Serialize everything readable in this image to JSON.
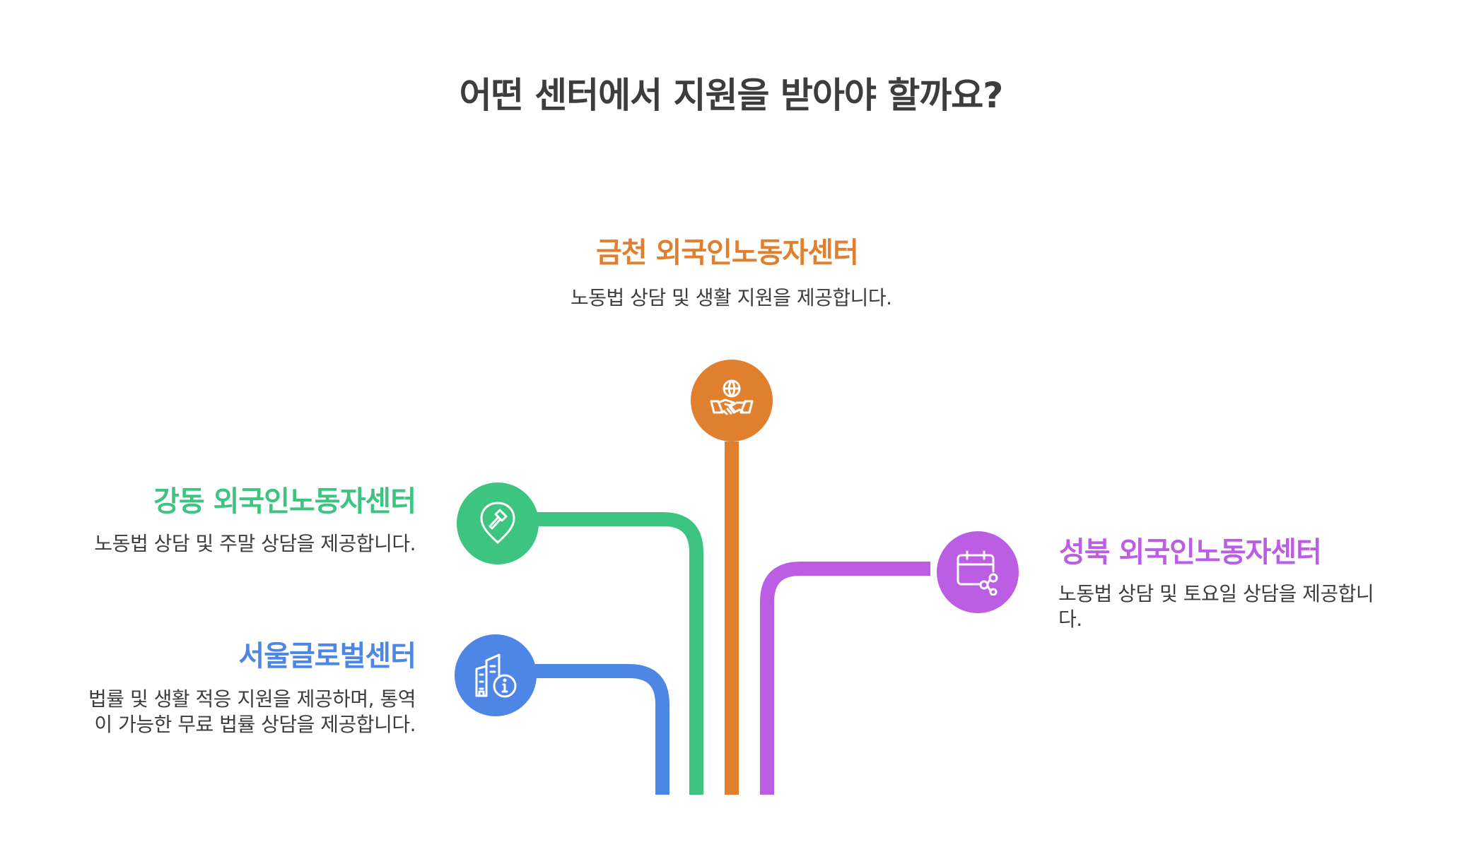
{
  "title": "어떤 센터에서 지원을 받아야 할까요?",
  "centers": [
    {
      "name": "금천 외국인노동자센터",
      "description": "노동법 상담 및 생활 지원을 제공합니다.",
      "color": "#e07f2e",
      "icon": "handshake-globe-icon"
    },
    {
      "name": "강동 외국인노동자센터",
      "description": "노동법 상담 및 주말 상담을 제공합니다.",
      "color": "#3dc480",
      "icon": "map-pin-tool-icon"
    },
    {
      "name": "성북 외국인노동자센터",
      "description": "노동법 상담 및 토요일 상담을 제공합니다.",
      "color": "#bb5ee3",
      "icon": "calendar-share-icon"
    },
    {
      "name": "서울글로벌센터",
      "description": "법률 및 생활 적응 지원을 제공하며, 통역이 가능한 무료 법률 상담을 제공합니다.",
      "color": "#4e86e6",
      "icon": "building-info-icon"
    }
  ]
}
